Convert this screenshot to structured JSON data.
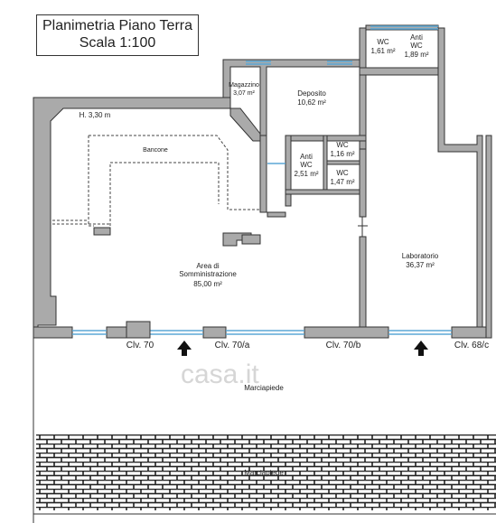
{
  "title": {
    "line1": "Planimetria Piano Terra",
    "line2": "Scala 1:100"
  },
  "rooms": {
    "wc_top": {
      "name": "WC",
      "area": "1,61 m²"
    },
    "antiwc_top": {
      "name_line1": "Anti",
      "name_line2": "WC",
      "area": "1,89 m²"
    },
    "magazzino": {
      "name": "Magazzino",
      "area": "3,07 m²"
    },
    "deposito": {
      "name": "Deposito",
      "area": "10,62 m²"
    },
    "height": "H. 3,30 m",
    "bancone": "Bancone",
    "antiwc_mid": {
      "name_line1": "Anti",
      "name_line2": "WC",
      "area": "2,51 m²"
    },
    "wc_mid1": {
      "name": "WC",
      "area": "1,16 m²"
    },
    "wc_mid2": {
      "name": "WC",
      "area": "1,47 m²"
    },
    "area_somm": {
      "line1": "Area di",
      "line2": "Somministrazione",
      "area": "85,00 m²"
    },
    "laboratorio": {
      "name": "Laboratorio",
      "area": "36,37 m²"
    }
  },
  "civici": [
    "Clv. 70",
    "Clv. 70/a",
    "Clv. 70/b",
    "Clv. 68/c"
  ],
  "marciapiede_1": "Marciapiede",
  "marciapiede_2": "Marciapiede",
  "watermark": "casa.it",
  "colors": {
    "wall": "#aaaaaa",
    "wall_stroke": "#333333",
    "window": "#5ba7d6",
    "bricks": "#222222"
  }
}
